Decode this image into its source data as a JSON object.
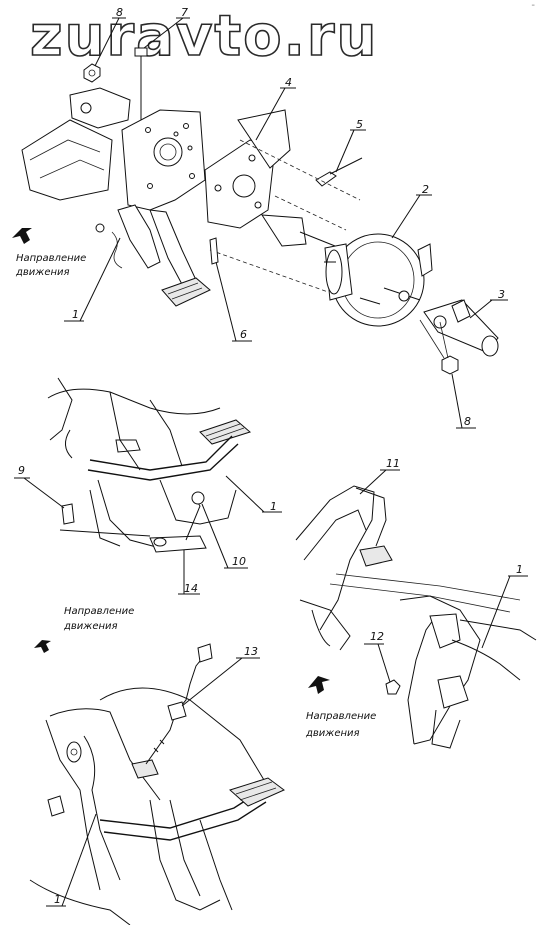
{
  "watermark": "zuravto.ru",
  "corner_mark": "-",
  "direction_caption": [
    "Направление",
    "движения"
  ],
  "callouts": {
    "top": [
      "8",
      "7",
      "4",
      "5",
      "2",
      "3",
      "8",
      "6",
      "1"
    ],
    "left_view": [
      "9",
      "1",
      "10",
      "14"
    ],
    "right_view": [
      "11",
      "1",
      "12"
    ],
    "bottom_view": [
      "13",
      "1"
    ]
  },
  "colors": {
    "line": "#111111",
    "background": "#ffffff"
  },
  "icons": [
    "direction-arrow-icon"
  ]
}
